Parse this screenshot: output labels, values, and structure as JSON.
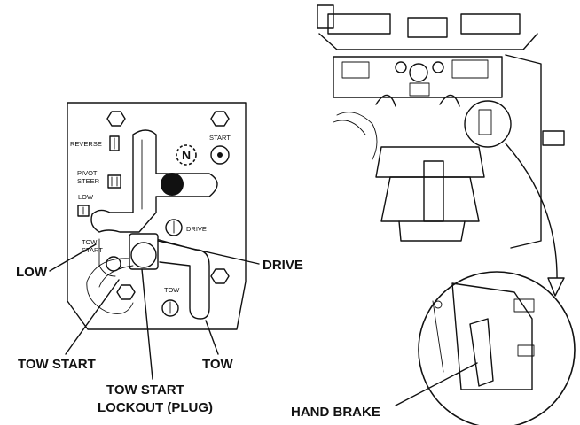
{
  "panel": {
    "labels": {
      "reverse": "REVERSE",
      "start": "START",
      "neutral": "N",
      "pivot_steer_line1": "PIVOT",
      "pivot_steer_line2": "STEER",
      "low": "LOW",
      "drive": "DRIVE",
      "tow_start_line1": "TOW",
      "tow_start_line2": "START",
      "tow": "TOW"
    }
  },
  "callouts": {
    "low": "LOW",
    "drive": "DRIVE",
    "tow_start": "TOW START",
    "tow": "TOW",
    "tow_start_lockout_line1": "TOW START",
    "tow_start_lockout_line2": "LOCKOUT (PLUG)",
    "hand_brake": "HAND BRAKE"
  }
}
